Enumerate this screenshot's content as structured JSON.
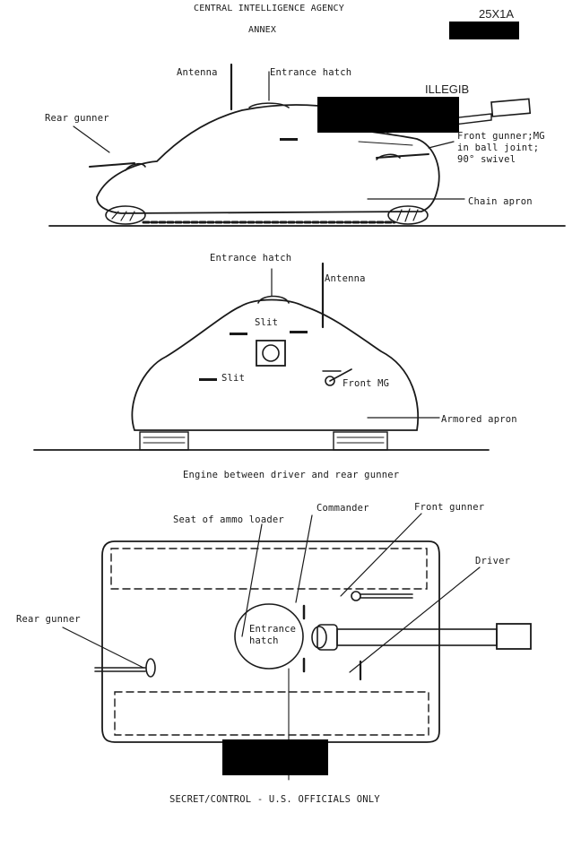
{
  "header": {
    "agency": "CENTRAL INTELLIGENCE AGENCY",
    "section": "ANNEX",
    "marking_code": "25X1A",
    "illegible_note": "ILLEGIB"
  },
  "side_view": {
    "labels": {
      "antenna": "Antenna",
      "entrance_hatch": "Entrance hatch",
      "rear_gunner": "Rear gunner",
      "front_gunner_line1": "Front gunner;MG",
      "front_gunner_line2": "in ball joint;",
      "front_gunner_line3": "90° swivel",
      "chain_apron": "Chain apron"
    }
  },
  "front_view": {
    "labels": {
      "entrance_hatch": "Entrance hatch",
      "antenna": "Antenna",
      "slit_top": "Slit",
      "slit_side": "Slit",
      "front_mg": "Front MG",
      "armored_apron": "Armored apron"
    },
    "caption": "Engine between driver and rear gunner"
  },
  "top_view": {
    "labels": {
      "seat_ammo_loader": "Seat of ammo loader",
      "commander": "Commander",
      "front_gunner": "Front gunner",
      "driver": "Driver",
      "rear_gunner": "Rear gunner",
      "entrance_hatch": "Entrance hatch"
    }
  },
  "footer": {
    "classification": "SECRET/CONTROL - U.S. OFFICIALS ONLY"
  }
}
